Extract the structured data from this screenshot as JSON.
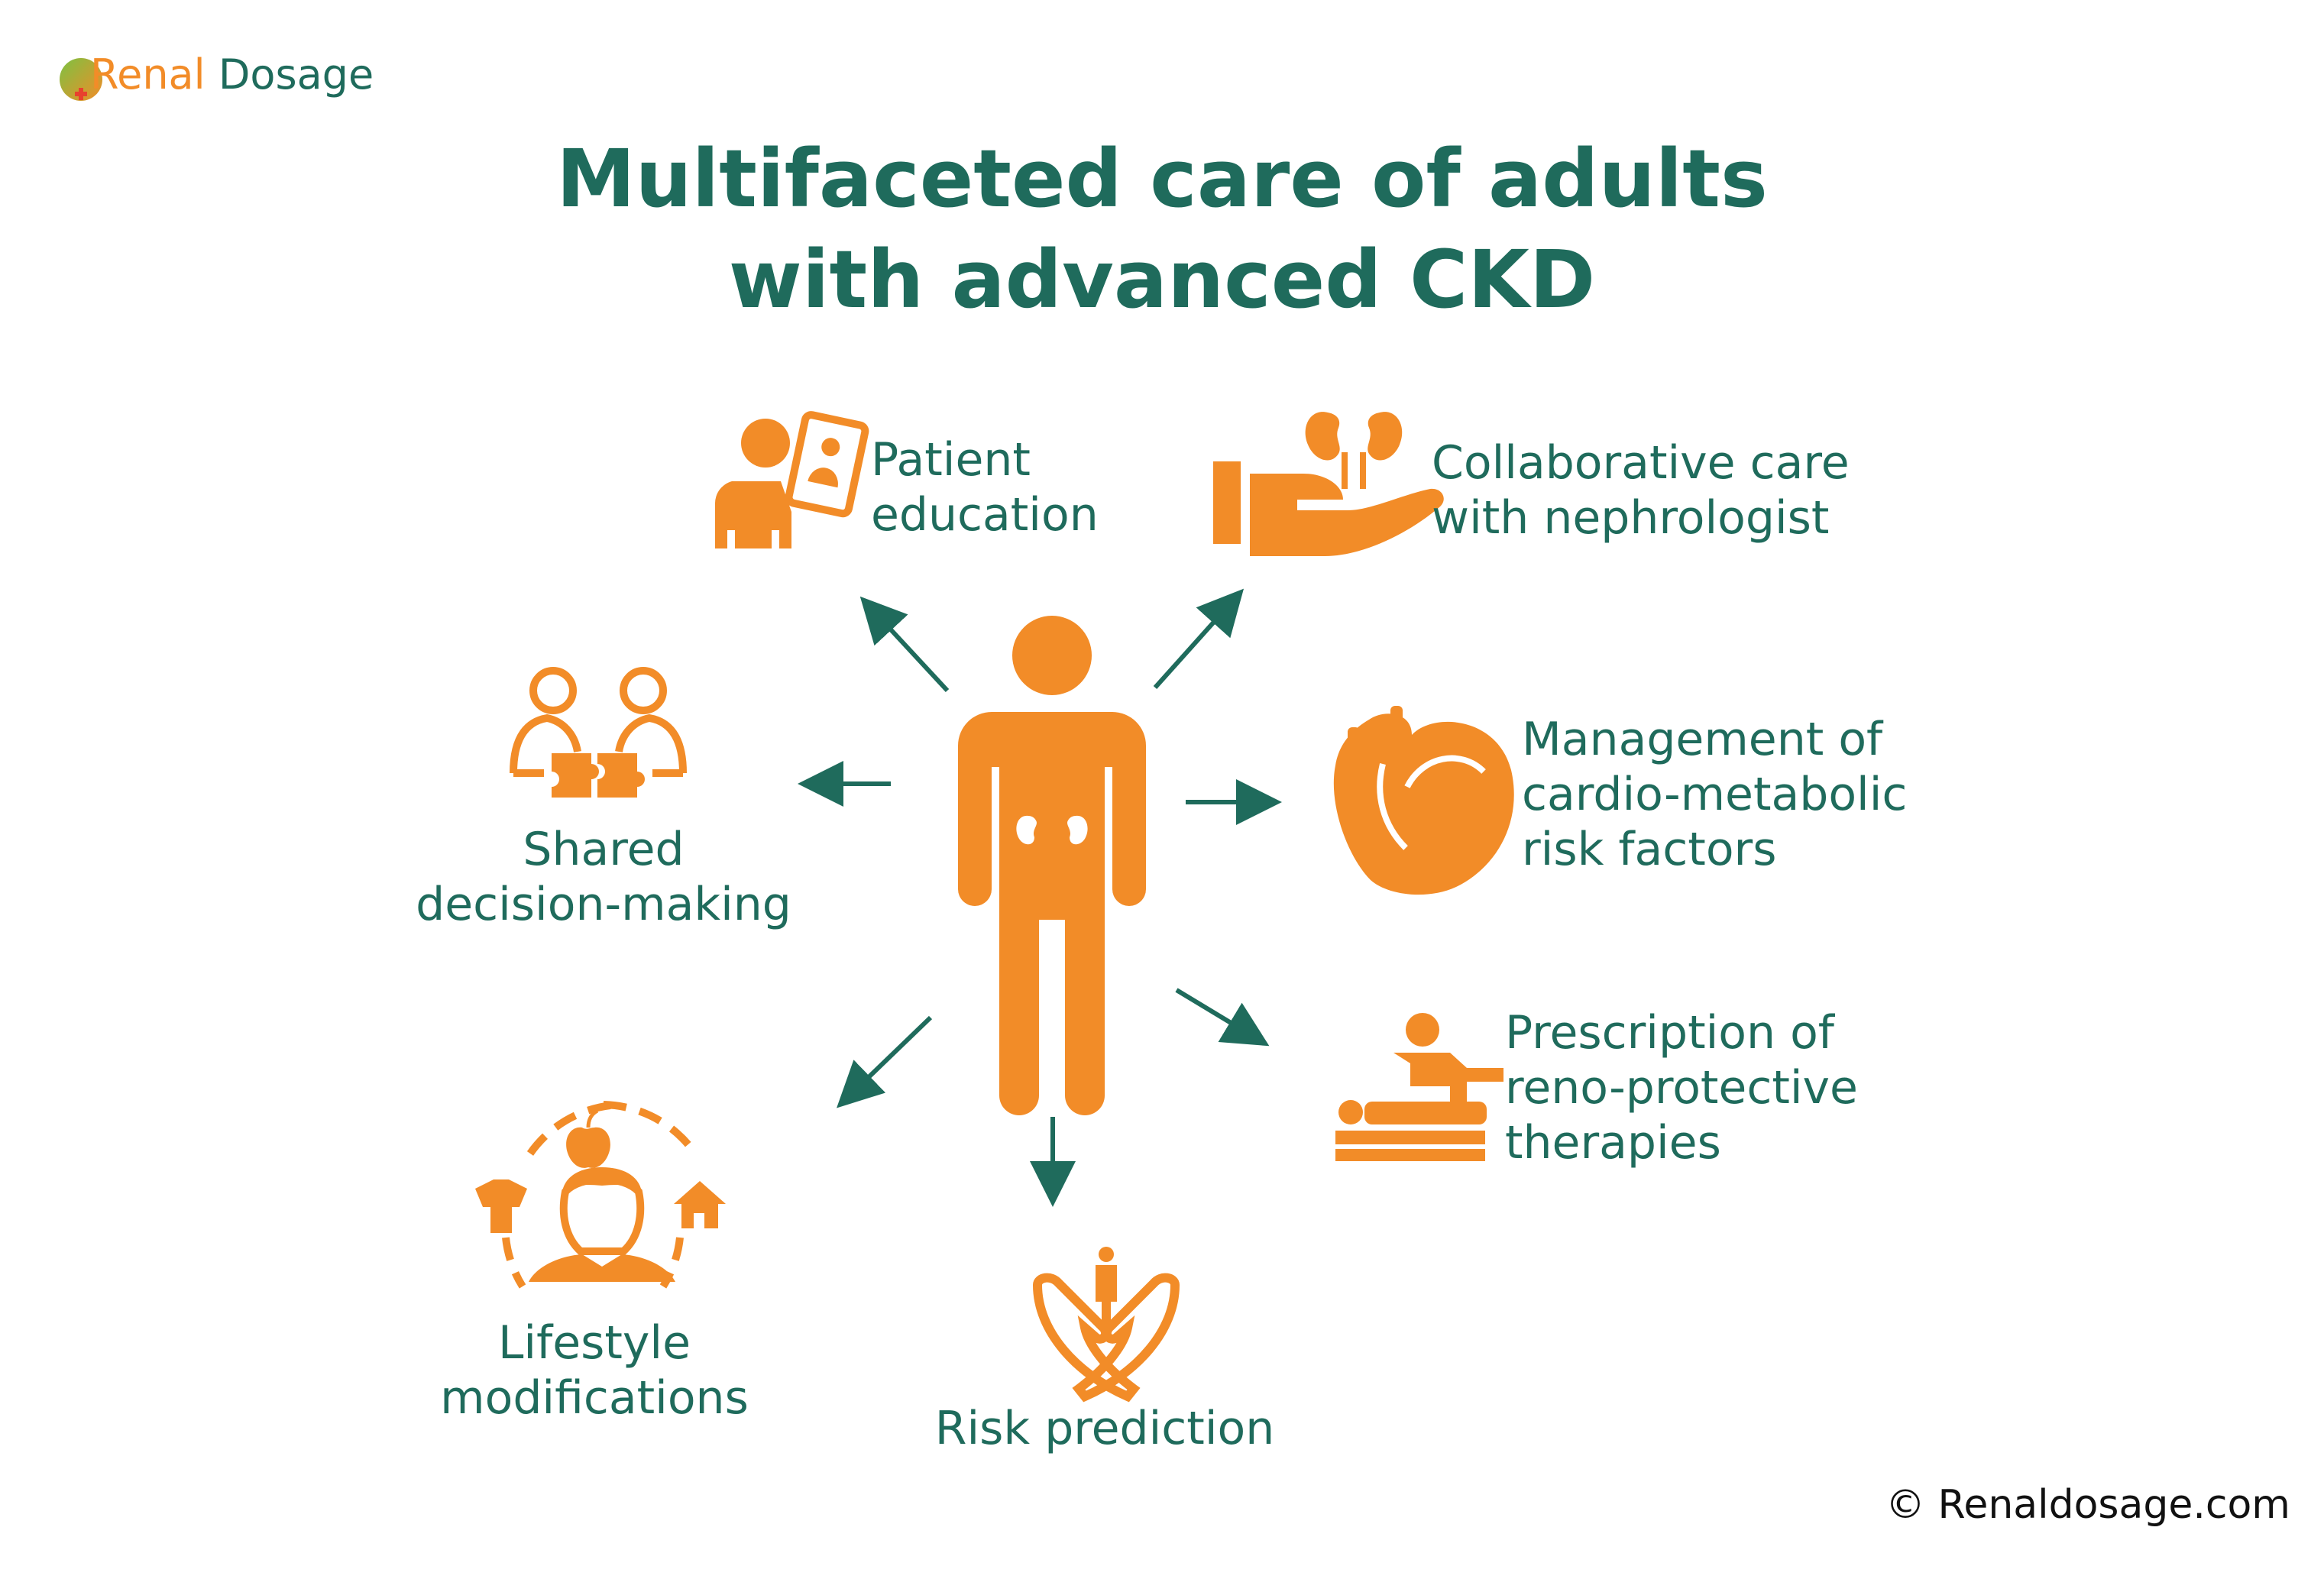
{
  "brand": {
    "logo_letter": "R",
    "logo_renal_rest": "enal",
    "logo_dosage": "Dosage"
  },
  "title": {
    "line1": "Multifaceted care of adults",
    "line2": "with advanced CKD"
  },
  "items": [
    {
      "key": "patient-education",
      "icon": "doctor-tablet-icon",
      "lines": [
        "Patient",
        "education"
      ]
    },
    {
      "key": "collaborative-care",
      "icon": "kidneys-in-hand-icon",
      "lines": [
        "Collaborative care",
        "with nephrologist"
      ]
    },
    {
      "key": "cardio-metabolic",
      "icon": "heart-icon",
      "lines": [
        "Management of",
        "cardio-metabolic",
        "risk factors"
      ]
    },
    {
      "key": "reno-protective",
      "icon": "patient-bed-icon",
      "lines": [
        "Prescription of",
        "reno-protective",
        "therapies"
      ]
    },
    {
      "key": "risk-prediction",
      "icon": "person-in-hands-icon",
      "lines": [
        "Risk prediction"
      ]
    },
    {
      "key": "lifestyle",
      "icon": "lifestyle-icon",
      "lines": [
        "Lifestyle",
        "modifications"
      ]
    },
    {
      "key": "shared-decision",
      "icon": "puzzle-people-icon",
      "lines": [
        "Shared",
        "decision-making"
      ]
    }
  ],
  "center_icon": "human-kidneys-icon",
  "copyright": "© Renaldosage.com",
  "colors": {
    "primary": "#1f6b5c",
    "accent": "#f28c28"
  }
}
